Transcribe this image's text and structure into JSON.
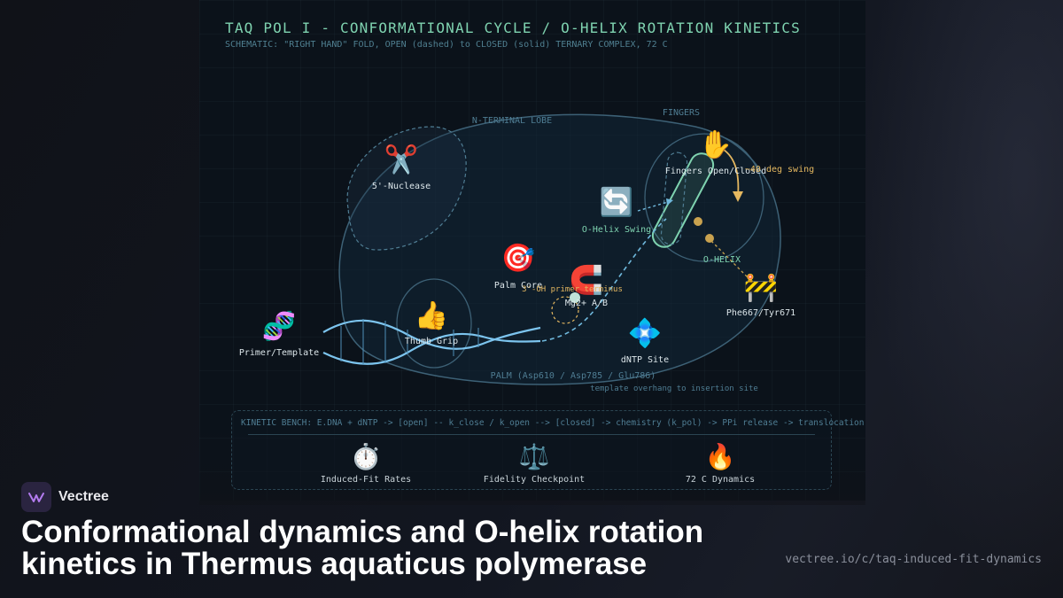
{
  "diagram": {
    "title": "TAQ POL I - CONFORMATIONAL CYCLE / O-HELIX ROTATION KINETICS",
    "subtitle": "SCHEMATIC: \"RIGHT HAND\" FOLD, OPEN (dashed) to CLOSED (solid) TERNARY COMPLEX, 72 C",
    "regions": {
      "n_terminal": "N-TERMINAL LOBE",
      "fingers": "FINGERS",
      "palm": "PALM (Asp610 / Asp785 / Glu786)"
    },
    "nodes": {
      "nuclease": {
        "label": "5'-Nuclease",
        "icon": "scissors-icon",
        "glyph": "✂️"
      },
      "fingers_open_closed": {
        "label": "Fingers Open/Closed",
        "icon": "raised-hand-icon",
        "glyph": "✋"
      },
      "o_helix_swing": {
        "label": "O-Helix Swing",
        "icon": "rotate-arrows-icon",
        "glyph": "🔄"
      },
      "palm_core": {
        "label": "Palm Core",
        "icon": "target-icon",
        "glyph": "🎯"
      },
      "mg_ab": {
        "label": "Mg2+ A/B",
        "icon": "magnet-icon",
        "glyph": "🧲"
      },
      "thumb_grip": {
        "label": "Thumb Grip",
        "icon": "thumbs-up-icon",
        "glyph": "👍"
      },
      "primer_template": {
        "label": "Primer/Template",
        "icon": "dna-icon",
        "glyph": "🧬"
      },
      "dntp_site": {
        "label": "dNTP Site",
        "icon": "blue-diamond-icon",
        "glyph": "💠"
      },
      "phe_tyr": {
        "label": "Phe667/Tyr671",
        "icon": "barrier-icon",
        "glyph": "🚧"
      }
    },
    "annotations": {
      "deg_swing": "~40 deg swing",
      "o_helix": "O-HELIX",
      "primer_terminus": "3'-OH primer terminus",
      "template_overhang": "template overhang to insertion site"
    }
  },
  "bench": {
    "pathway": "KINETIC BENCH: E.DNA + dNTP -> [open] -- k_close / k_open --> [closed] -> chemistry (k_pol) -> PPi release -> translocation",
    "items": [
      {
        "label": "Induced-Fit Rates",
        "icon": "stopwatch-icon",
        "glyph": "⏱️"
      },
      {
        "label": "Fidelity Checkpoint",
        "icon": "balance-scale-icon",
        "glyph": "⚖️"
      },
      {
        "label": "72 C Dynamics",
        "icon": "fire-icon",
        "glyph": "🔥"
      }
    ]
  },
  "footer": {
    "brand": "Vectree",
    "headline": "Conformational dynamics and O-helix rotation kinetics in Thermus aquaticus polymerase",
    "url": "vectree.io/c/taq-induced-fit-dynamics"
  },
  "colors": {
    "panel_bg": "#0b121a",
    "accent_mint": "#7fd3b0",
    "accent_amber": "#e5b860",
    "dna_blue": "#7cc4ee",
    "outline": "#3d6176"
  }
}
